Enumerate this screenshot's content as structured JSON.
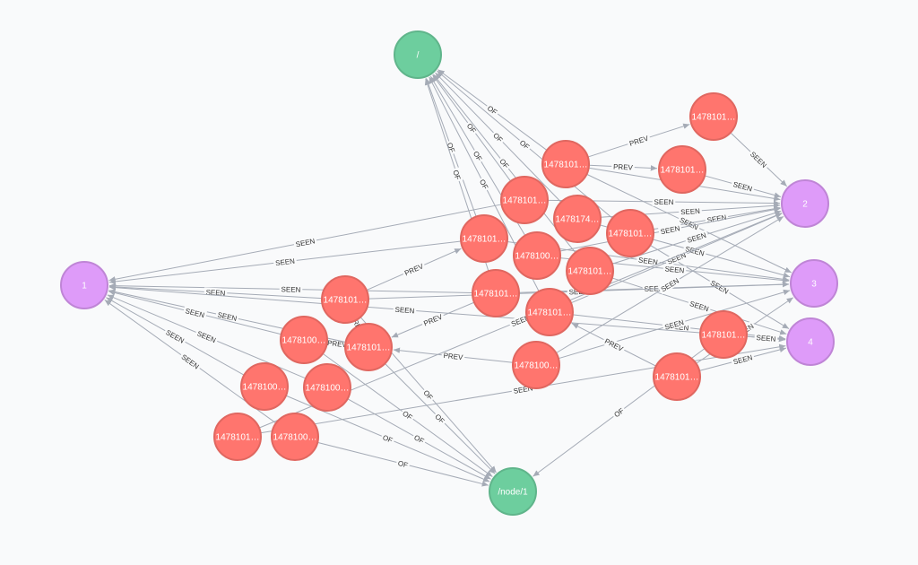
{
  "graph": {
    "colors": {
      "event": "#ff756e",
      "event_border": "#e06760",
      "user": "#de9bf9",
      "user_border": "#bf85d6",
      "page": "#6dce9e",
      "page_border": "#60b58b",
      "edge": "#a5abb6"
    },
    "relationships": [
      "SEEN",
      "OF",
      "PREV"
    ],
    "nodes": [
      {
        "id": "u1",
        "type": "user",
        "label": "1"
      },
      {
        "id": "u2",
        "type": "user",
        "label": "2"
      },
      {
        "id": "u3",
        "type": "user",
        "label": "3"
      },
      {
        "id": "u4",
        "type": "user",
        "label": "4"
      },
      {
        "id": "p_root",
        "type": "page",
        "label": "/"
      },
      {
        "id": "p_node1",
        "type": "page",
        "label": "/node/1"
      },
      {
        "id": "e1",
        "type": "event",
        "label": "1478101…"
      },
      {
        "id": "e2",
        "type": "event",
        "label": "1478101…"
      },
      {
        "id": "e3",
        "type": "event",
        "label": "1478101…"
      },
      {
        "id": "e4",
        "type": "event",
        "label": "1478101…"
      },
      {
        "id": "e5",
        "type": "event",
        "label": "1478174…"
      },
      {
        "id": "e6",
        "type": "event",
        "label": "1478101…"
      },
      {
        "id": "e7",
        "type": "event",
        "label": "1478101…"
      },
      {
        "id": "e8",
        "type": "event",
        "label": "1478100…"
      },
      {
        "id": "e9",
        "type": "event",
        "label": "1478101…"
      },
      {
        "id": "e10",
        "type": "event",
        "label": "1478101…"
      },
      {
        "id": "e11",
        "type": "event",
        "label": "1478101…"
      },
      {
        "id": "e12",
        "type": "event",
        "label": "1478101…"
      },
      {
        "id": "e13",
        "type": "event",
        "label": "1478101…"
      },
      {
        "id": "e14",
        "type": "event",
        "label": "1478101…"
      },
      {
        "id": "e15",
        "type": "event",
        "label": "1478100…"
      },
      {
        "id": "e16",
        "type": "event",
        "label": "1478101…"
      },
      {
        "id": "e17",
        "type": "event",
        "label": "1478100…"
      },
      {
        "id": "e18",
        "type": "event",
        "label": "1478100…"
      },
      {
        "id": "e19",
        "type": "event",
        "label": "1478100…"
      },
      {
        "id": "e20",
        "type": "event",
        "label": "1478100…"
      },
      {
        "id": "e21",
        "type": "event",
        "label": "1478101…"
      }
    ],
    "edges": [
      {
        "from": "e1",
        "to": "u2",
        "label": "SEEN"
      },
      {
        "from": "e3",
        "to": "e1",
        "label": "PREV"
      },
      {
        "from": "e2",
        "to": "u2",
        "label": "SEEN"
      },
      {
        "from": "e3",
        "to": "e2",
        "label": "PREV"
      },
      {
        "from": "e3",
        "to": "p_root",
        "label": "OF"
      },
      {
        "from": "e4",
        "to": "p_root",
        "label": "OF"
      },
      {
        "from": "e5",
        "to": "p_root",
        "label": "OF"
      },
      {
        "from": "e6",
        "to": "p_root",
        "label": "OF"
      },
      {
        "from": "e7",
        "to": "p_root",
        "label": "OF"
      },
      {
        "from": "e9",
        "to": "p_root",
        "label": "OF"
      },
      {
        "from": "e10",
        "to": "p_root",
        "label": "OF"
      },
      {
        "from": "e8",
        "to": "p_root",
        "label": "OF"
      },
      {
        "from": "e12",
        "to": "p_root",
        "label": "OF"
      },
      {
        "from": "e3",
        "to": "u2",
        "label": "SEEN"
      },
      {
        "from": "e3",
        "to": "u3",
        "label": "SEEN"
      },
      {
        "from": "e4",
        "to": "u1",
        "label": "SEEN"
      },
      {
        "from": "e4",
        "to": "u2",
        "label": "SEEN"
      },
      {
        "from": "e5",
        "to": "u2",
        "label": "SEEN"
      },
      {
        "from": "e5",
        "to": "u3",
        "label": "SEEN"
      },
      {
        "from": "e6",
        "to": "u2",
        "label": "SEEN"
      },
      {
        "from": "e6",
        "to": "u4",
        "label": "SEEN"
      },
      {
        "from": "e7",
        "to": "u1",
        "label": "SEEN"
      },
      {
        "from": "e7",
        "to": "u3",
        "label": "SEEN"
      },
      {
        "from": "e8",
        "to": "u2",
        "label": "SEEN"
      },
      {
        "from": "e8",
        "to": "u3",
        "label": "SEEN"
      },
      {
        "from": "e9",
        "to": "u2",
        "label": "SEEN"
      },
      {
        "from": "e9",
        "to": "u4",
        "label": "SEEN"
      },
      {
        "from": "e10",
        "to": "u1",
        "label": "SEEN"
      },
      {
        "from": "e10",
        "to": "u3",
        "label": "SEEN"
      },
      {
        "from": "e12",
        "to": "u2",
        "label": "SEEN"
      },
      {
        "from": "e12",
        "to": "u4",
        "label": "SEEN"
      },
      {
        "from": "e13",
        "to": "u4",
        "label": "SEEN"
      },
      {
        "from": "e16",
        "to": "u4",
        "label": "SEEN"
      },
      {
        "from": "e11",
        "to": "u1",
        "label": "SEEN"
      },
      {
        "from": "e11",
        "to": "u3",
        "label": "SEEN"
      },
      {
        "from": "e11",
        "to": "e7",
        "label": "PREV"
      },
      {
        "from": "e10",
        "to": "e14",
        "label": "PREV"
      },
      {
        "from": "e14",
        "to": "e11",
        "label": "PREV"
      },
      {
        "from": "e14",
        "to": "e17",
        "label": "PREV"
      },
      {
        "from": "e15",
        "to": "e14",
        "label": "PREV"
      },
      {
        "from": "e15",
        "to": "u2",
        "label": "SEEN"
      },
      {
        "from": "e15",
        "to": "u3",
        "label": "SEEN"
      },
      {
        "from": "e16",
        "to": "e12",
        "label": "PREV"
      },
      {
        "from": "e14",
        "to": "u1",
        "label": "SEEN"
      },
      {
        "from": "e13",
        "to": "u1",
        "label": "SEEN"
      },
      {
        "from": "e13",
        "to": "u4",
        "label": "SEEN"
      },
      {
        "from": "e17",
        "to": "u1",
        "label": "SEEN"
      },
      {
        "from": "e18",
        "to": "u1",
        "label": "SEEN"
      },
      {
        "from": "e19",
        "to": "u1",
        "label": "SEEN"
      },
      {
        "from": "e20",
        "to": "u1",
        "label": "SEEN"
      },
      {
        "from": "e11",
        "to": "p_node1",
        "label": "OF"
      },
      {
        "from": "e13",
        "to": "p_node1",
        "label": "OF"
      },
      {
        "from": "e14",
        "to": "p_node1",
        "label": "OF"
      },
      {
        "from": "e17",
        "to": "p_node1",
        "label": "OF"
      },
      {
        "from": "e18",
        "to": "p_node1",
        "label": "OF"
      },
      {
        "from": "e19",
        "to": "p_node1",
        "label": "OF"
      },
      {
        "from": "e20",
        "to": "p_node1",
        "label": "OF"
      },
      {
        "from": "e21",
        "to": "u2",
        "label": "SEEN"
      },
      {
        "from": "e21",
        "to": "u4",
        "label": "SEEN"
      },
      {
        "from": "e16",
        "to": "u3",
        "label": "SEEN"
      }
    ]
  }
}
